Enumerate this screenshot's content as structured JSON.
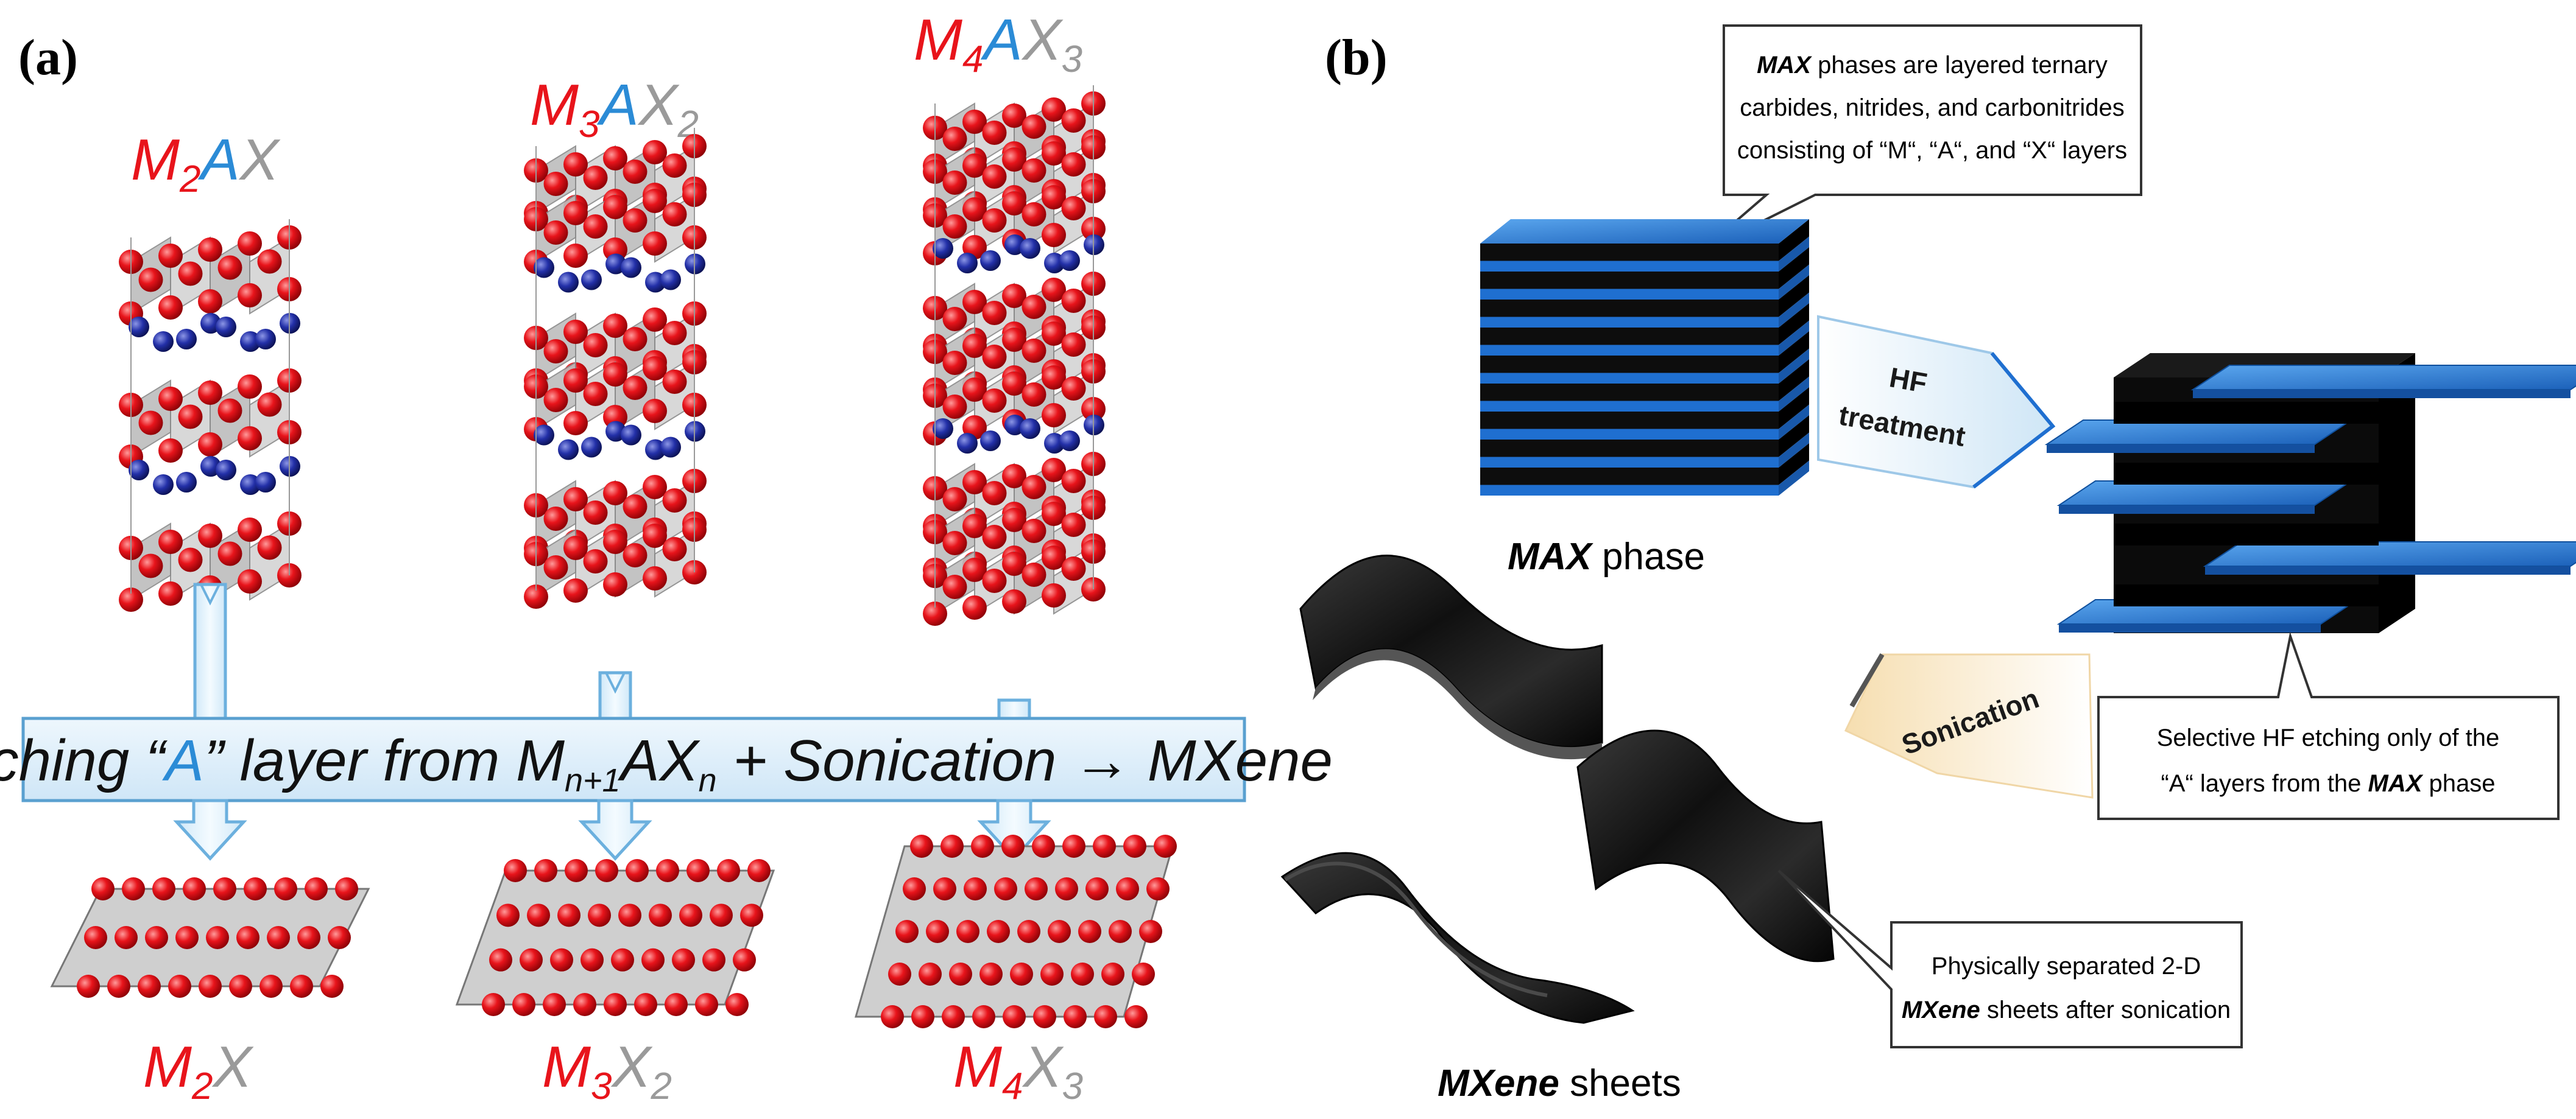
{
  "panel_a": {
    "label": "(a)",
    "parents": [
      {
        "m": "M",
        "m_sub": "2",
        "a": "A",
        "x": "X",
        "x_sub": ""
      },
      {
        "m": "M",
        "m_sub": "3",
        "a": "A",
        "x": "X",
        "x_sub": "2"
      },
      {
        "m": "M",
        "m_sub": "4",
        "a": "A",
        "x": "X",
        "x_sub": "3"
      }
    ],
    "banner": {
      "t1": "Etching “",
      "t2": "A",
      "t3": "” layer from M",
      "t4": "n+1",
      "t5": "AX",
      "t6": "n",
      "t7": " + Sonication → MXene"
    },
    "products": [
      {
        "m": "M",
        "m_sub": "2",
        "x": "X",
        "x_sub": ""
      },
      {
        "m": "M",
        "m_sub": "3",
        "x": "X",
        "x_sub": "2"
      },
      {
        "m": "M",
        "m_sub": "4",
        "x": "X",
        "x_sub": "3"
      }
    ]
  },
  "panel_b": {
    "label": "(b)",
    "callout_top": {
      "l1_bold": "MAX",
      "l1": " phases are layered ternary",
      "l2": "carbides, nitrides, and carbonitrides",
      "l3": "consisting of “M“, “A“, and “X“ layers"
    },
    "max_caption_bold": "MAX",
    "max_caption": " phase",
    "hf_arrow": {
      "l1": "HF",
      "l2": "treatment"
    },
    "sonication_arrow": "Sonication",
    "callout_right": {
      "l1": "Selective HF etching only of the",
      "l2": "“A“ layers from the ",
      "l2_bold": "MAX",
      "l2_end": " phase"
    },
    "callout_bottom": {
      "l1": "Physically separated 2-D",
      "l2_bold": "MXene",
      "l2": " sheets after sonication"
    },
    "mxene_caption_bold": "MXene",
    "mxene_caption": " sheets"
  },
  "colors": {
    "metal_atom": "#e8141b",
    "a_atom": "#1f2a9c",
    "octahedron": "#c9c9c9",
    "banner_fill": "#d6ebf8",
    "banner_stroke": "#5aa0d0",
    "layer_blue": "#1f6fd0",
    "layer_black": "#0d0d0d",
    "formula_grey": "#9a9a9a",
    "formula_blue": "#2b8bd6"
  }
}
